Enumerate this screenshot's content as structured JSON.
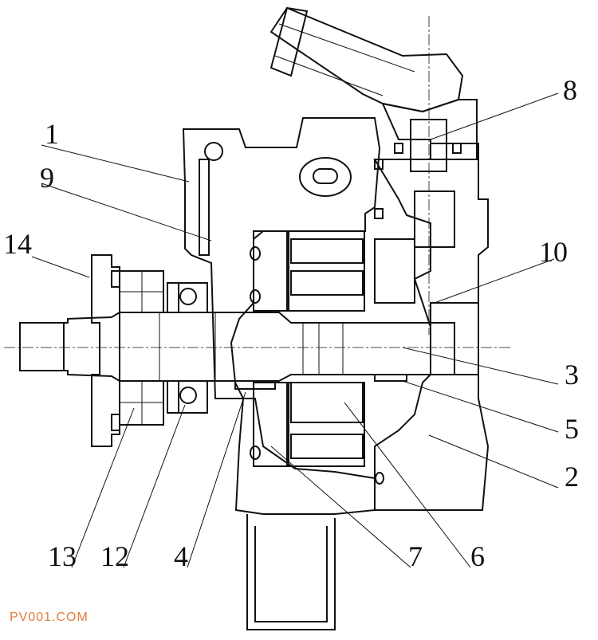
{
  "labels": [
    {
      "id": "1",
      "text": "1"
    },
    {
      "id": "9",
      "text": "9"
    },
    {
      "id": "14",
      "text": "14"
    },
    {
      "id": "8",
      "text": "8"
    },
    {
      "id": "10",
      "text": "10"
    },
    {
      "id": "3",
      "text": "3"
    },
    {
      "id": "5",
      "text": "5"
    },
    {
      "id": "2",
      "text": "2"
    },
    {
      "id": "13",
      "text": "13"
    },
    {
      "id": "12",
      "text": "12"
    },
    {
      "id": "4",
      "text": "4"
    },
    {
      "id": "7",
      "text": "7"
    },
    {
      "id": "6",
      "text": "6"
    }
  ],
  "watermark": {
    "text": "PV001.COM",
    "color": "#e07b39"
  },
  "colors": {
    "line": "#111111",
    "background": "#ffffff"
  }
}
